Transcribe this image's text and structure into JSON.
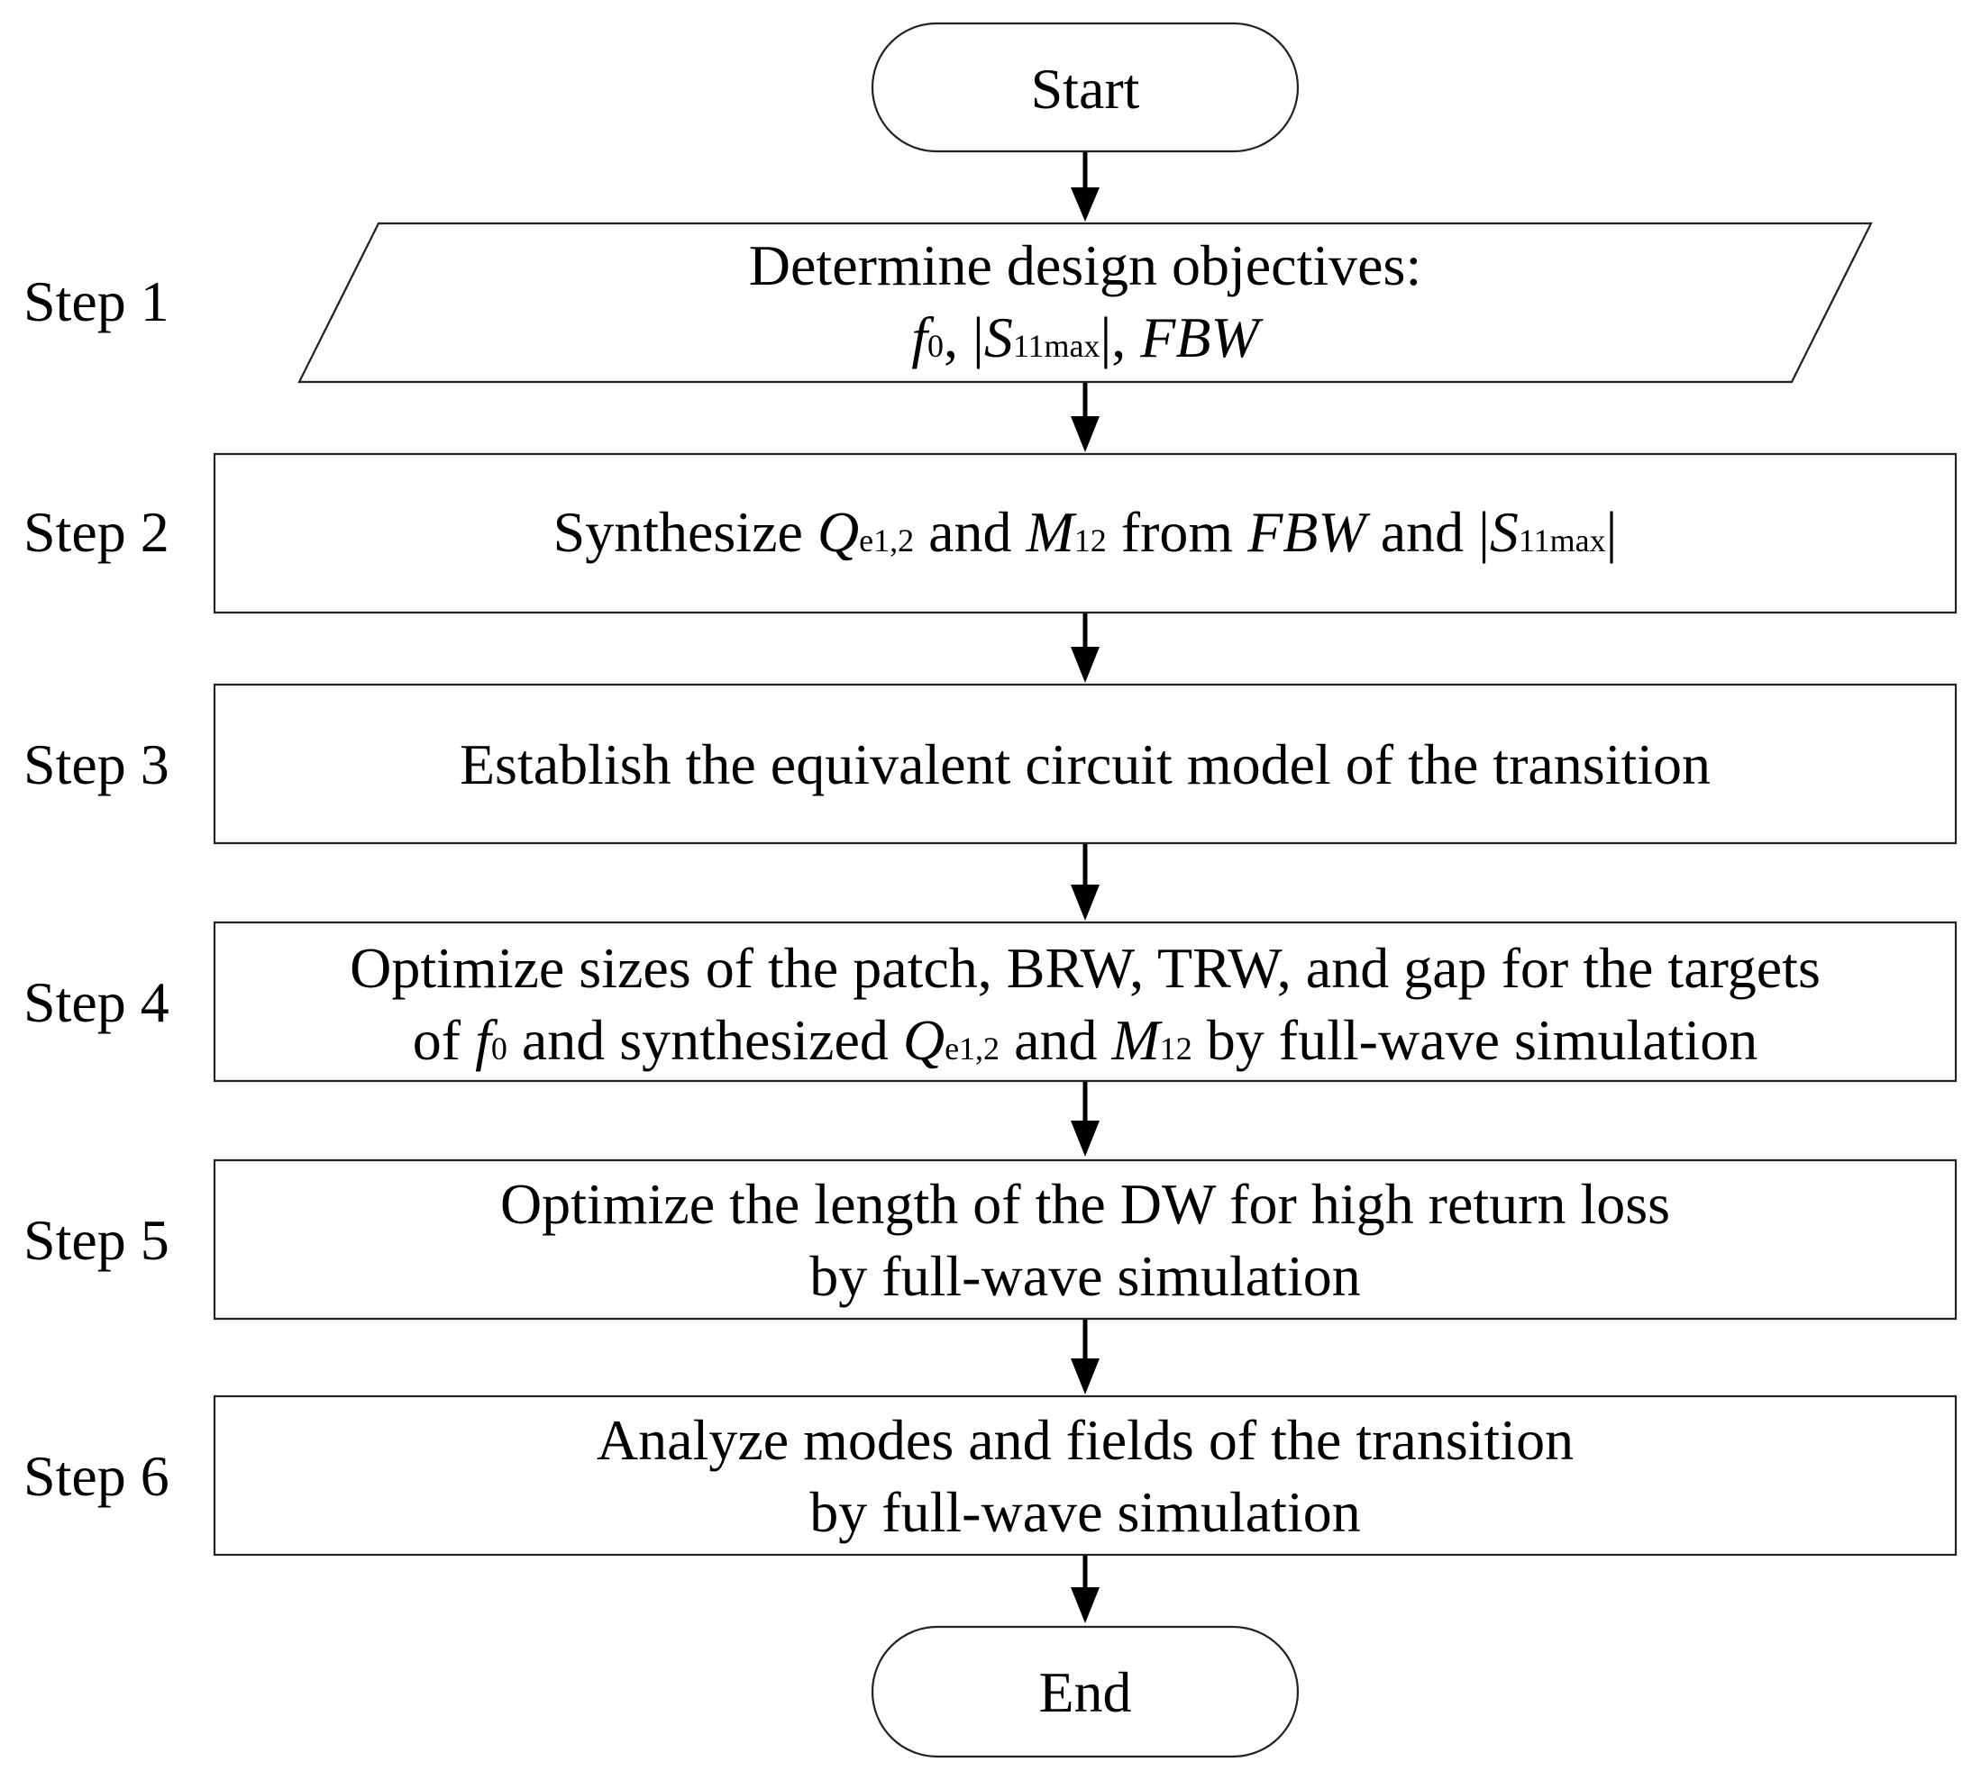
{
  "steps": [
    "Step 1",
    "Step 2",
    "Step 3",
    "Step 4",
    "Step 5",
    "Step 6"
  ],
  "nodes": {
    "start": "Start",
    "step1": {
      "line1": "Determine design objectives:",
      "f": "f",
      "f_sub": "0",
      "comma1": ", |",
      "S": "S",
      "S_sub": "11max",
      "bar_comma": "|, ",
      "FBW": "FBW"
    },
    "step2": {
      "t1": "Synthesize ",
      "Q": "Q",
      "Q_sub": "e1,2",
      "t2": " and ",
      "M": "M",
      "M_sub": "12",
      "t3": " from ",
      "FBW": "FBW",
      "t4": " and |",
      "S": "S",
      "S_sub": "11max",
      "t5": "|"
    },
    "step3": "Establish the equivalent circuit model of the transition",
    "step4": {
      "line1": "Optimize sizes of the patch, BRW, TRW, and gap for the targets",
      "t1": "of ",
      "f": "f",
      "f_sub": "0",
      "t2": " and synthesized ",
      "Q": "Q",
      "Q_sub": "e1,2",
      "t3": " and ",
      "M": "M",
      "M_sub": "12",
      "t4": " by full-wave simulation"
    },
    "step5": {
      "line1": "Optimize the length of the DW for high return loss",
      "line2": "by full-wave simulation"
    },
    "step6": {
      "line1": "Analyze modes and fields of the transition",
      "line2": "by full-wave simulation"
    },
    "end": "End"
  }
}
